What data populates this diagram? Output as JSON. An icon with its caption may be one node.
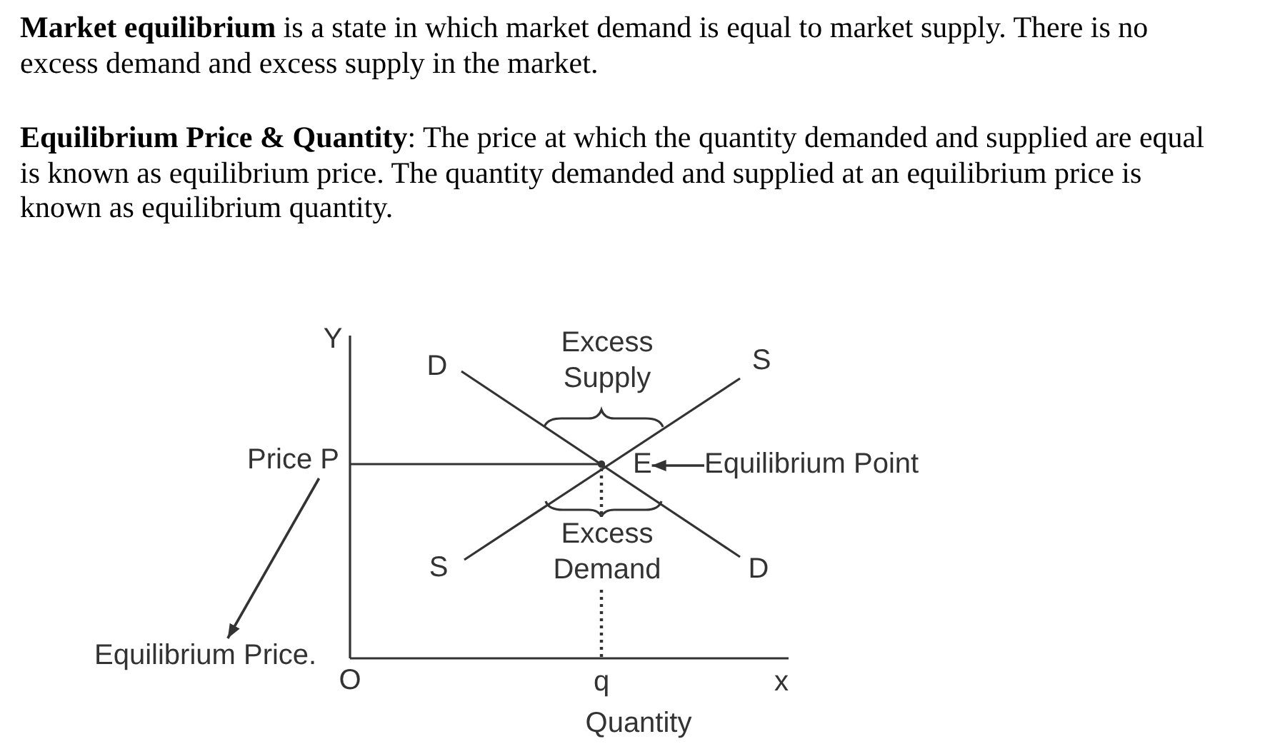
{
  "diagram": {
    "nodes": [
      {
        "text": [
          "Price P"
        ]
      },
      {
        "text": [
          "E"
        ]
      },
      {
        "text": [
          "Equilibrium Point"
        ]
      },
      {
        "text": [
          "Equilibrium Price."
        ]
      }
    ],
    "edges": [
      {
        "from": 2,
        "to": 1,
        "arrow": "to"
      },
      {
        "from": 0,
        "to": 3,
        "arrow": "to"
      }
    ],
    "labels": [
      "**Market equilibrium** is a state in which market demand is equal to market supply. There is no excess demand and excess supply in the market.",
      "**Equilibrium Price & Quantity**: The price at which the quantity demanded and supplied are equal is known as equilibrium price. The quantity demanded and supplied at an equilibrium price is known as equilibrium quantity.",
      "Y",
      "Excess Supply",
      "D",
      "S",
      "Excess Demand",
      "S",
      "D",
      "O",
      "q",
      "x",
      "Quantity"
    ]
  }
}
